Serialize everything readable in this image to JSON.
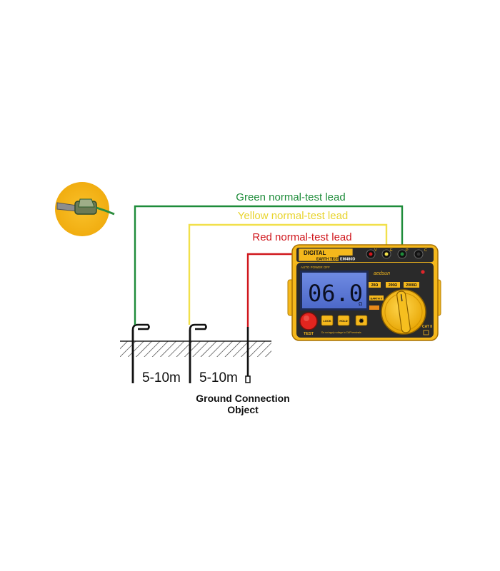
{
  "leads": {
    "green_label": "Green normal-test lead",
    "yellow_label": "Yellow normal-test lead",
    "red_label": "Red normal-test lead"
  },
  "distances": {
    "first": "5-10m",
    "second": "5-10m"
  },
  "ground_object": {
    "line1": "Ground Connection",
    "line2": "Object"
  },
  "meter": {
    "title_line1": "DIGITAL",
    "title_line2": "EARTH TESTER",
    "model": "EM480D",
    "brand": "aedsun",
    "auto_power_off": "AUTO POWER OFF",
    "reading": "06.0",
    "reading_unit": "Ω",
    "terminals": [
      "V",
      "E",
      "P",
      "C"
    ],
    "ranges": [
      "20Ω",
      "200Ω",
      "2000Ω"
    ],
    "mode_label": "EARTH V",
    "buttons": {
      "test": "TEST",
      "lock": "LOCK",
      "hold": "HOLD"
    },
    "warning": "Do not apply voltage to CAP terminals",
    "category": "CAT II"
  },
  "colors": {
    "green": "#1e8c3a",
    "yellow": "#f1e04b",
    "red": "#d0171d",
    "meter_yellow": "#f5b81c",
    "lcd_blue": "#5b78d6"
  }
}
